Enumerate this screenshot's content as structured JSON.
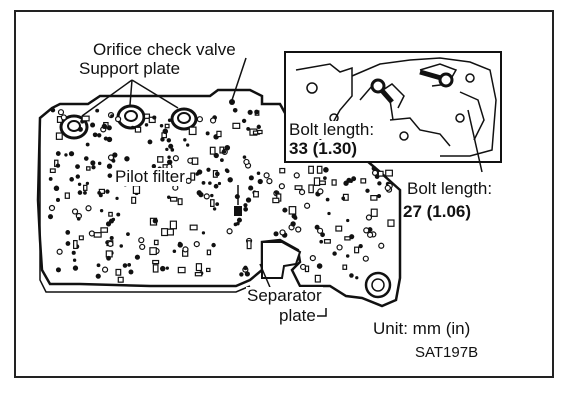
{
  "labels": {
    "orifice_check_valve": "Orifice check valve",
    "support_plate": "Support plate",
    "pilot_filter": "Pilot filter",
    "bolt_length_1_label": "Bolt length:",
    "bolt_length_1_value": "33 (1.30)",
    "bolt_length_2_label": "Bolt length:",
    "bolt_length_2_value": "27 (1.06)",
    "separator_plate_line1": "Separator",
    "separator_plate_line2": "plate",
    "unit": "Unit:  mm (in)",
    "figure_code": "SAT197B"
  },
  "colors": {
    "ink": "#111111",
    "paper": "#ffffff"
  }
}
